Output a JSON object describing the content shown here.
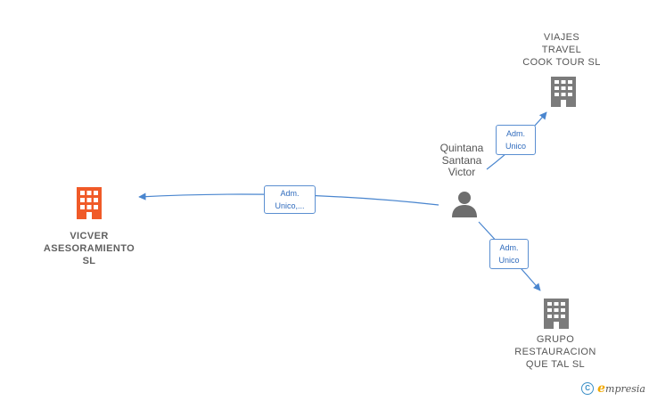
{
  "nodes": {
    "person": {
      "name_lines": [
        "Quintana",
        "Santana",
        "Victor"
      ]
    },
    "company_main": {
      "name_lines": [
        "VICVER",
        "ASESORAMIENTO",
        "SL"
      ]
    },
    "company_viajes": {
      "name_lines": [
        "VIAJES",
        "TRAVEL",
        "COOK TOUR SL"
      ]
    },
    "company_grupo": {
      "name_lines": [
        "GRUPO",
        "RESTAURACION",
        "QUE TAL SL"
      ]
    }
  },
  "edges": {
    "to_main": {
      "label_lines": [
        "Adm.",
        "Unico,..."
      ]
    },
    "to_viajes": {
      "label_lines": [
        "Adm.",
        "Unico"
      ]
    },
    "to_grupo": {
      "label_lines": [
        "Adm.",
        "Unico"
      ]
    }
  },
  "colors": {
    "edge": "#4a86cf",
    "company_highlight": "#f05a28",
    "company": "#7b7b7b",
    "person": "#6d6d6d"
  },
  "footer": {
    "copyright_symbol": "C",
    "brand_initial": "e",
    "brand_rest": "mpresia"
  }
}
